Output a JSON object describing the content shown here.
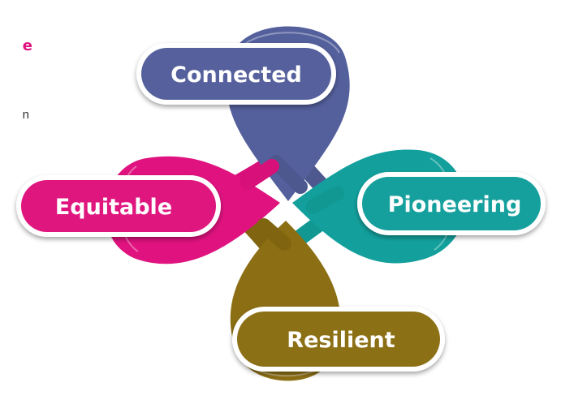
{
  "fragment_title": "e",
  "fragment_text": "n",
  "diagram": {
    "nodes": [
      {
        "id": "connected",
        "label": "Connected",
        "color": "#54609c"
      },
      {
        "id": "equitable",
        "label": "Equitable",
        "color": "#e0127f"
      },
      {
        "id": "pioneering",
        "label": "Pioneering",
        "color": "#13a09d"
      },
      {
        "id": "resilient",
        "label": "Resilient",
        "color": "#8c6f14"
      }
    ]
  }
}
